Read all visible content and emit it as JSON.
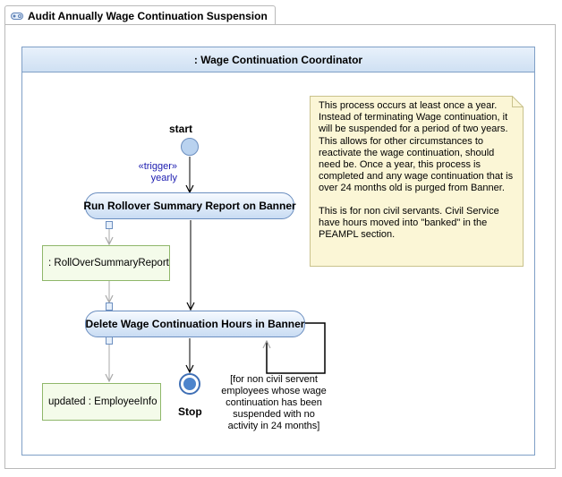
{
  "diagram": {
    "tab_title": "Audit Annually Wage Continuation Suspension",
    "partition_title": ": Wage Continuation Coordinator",
    "start_label": "start",
    "stop_label": "Stop",
    "trigger_stereotype": "«trigger»",
    "trigger_value": "yearly",
    "actions": {
      "run_rollover": "Run Rollover Summary Report on Banner",
      "delete_hours": "Delete Wage Continuation Hours in Banner"
    },
    "objects": {
      "rollover_report": ": RollOverSummaryReport",
      "employee_info": "updated : EmployeeInfo"
    },
    "guard": "[for non civil servent employees whose wage continuation has been suspended with no activity in 24 months]",
    "note": {
      "paragraph1": "This process occurs at least once a year. Instead of terminating Wage continuation, it will be suspended for a period of two years. This allows for other circumstances to reactivate the wage continuation, should need be. Once a year, this process is completed and any wage continuation that is over 24 months old is purged from Banner.",
      "paragraph2": "This is for non civil servants. Civil Service have hours moved into \"banked\" in the PEAMPL section."
    },
    "colors": {
      "action_border": "#6c8fc0",
      "object_border": "#8fb76a",
      "note_fill": "#fbf6d6",
      "trigger_text": "#1c1cb0",
      "partition_header": "#cfe0f3"
    }
  }
}
